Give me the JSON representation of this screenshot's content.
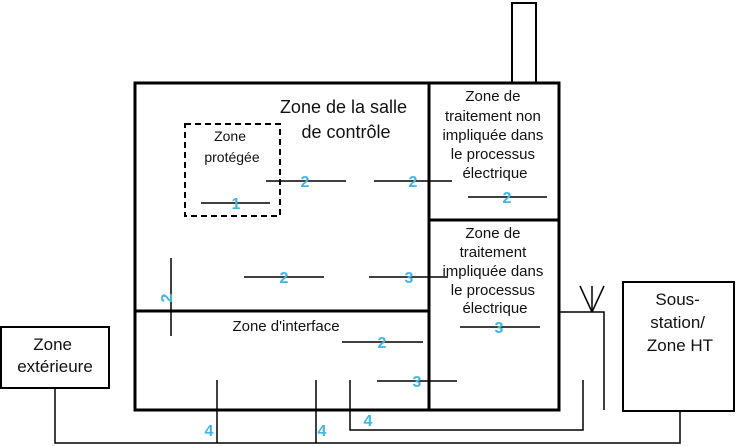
{
  "colors": {
    "line": "#000000",
    "number": "#41b6e6"
  },
  "zones": {
    "control_room": [
      "Zone de la salle",
      "de contrôle"
    ],
    "protected": [
      "Zone",
      "protégée"
    ],
    "non_involved": [
      "Zone de",
      "traitement non",
      "impliquée dans",
      "le processus",
      "électrique"
    ],
    "involved": [
      "Zone de",
      "traitement",
      "impliquée dans",
      "le processus",
      "électrique"
    ],
    "interface": [
      "Zone d'interface"
    ],
    "external": [
      "Zone",
      "extérieure"
    ],
    "substation": [
      "Sous-",
      "station/",
      "Zone HT"
    ]
  },
  "levels": {
    "protected": "1",
    "control_left": "2",
    "control_right": "2",
    "non_involved": "2",
    "control_mid": "2",
    "control_vertical": "2",
    "control_to_involved": "3",
    "involved": "3",
    "interface_top": "2",
    "interface_bottom": "3",
    "external_link": "4",
    "substation_link": "4",
    "inner_link": "4"
  }
}
